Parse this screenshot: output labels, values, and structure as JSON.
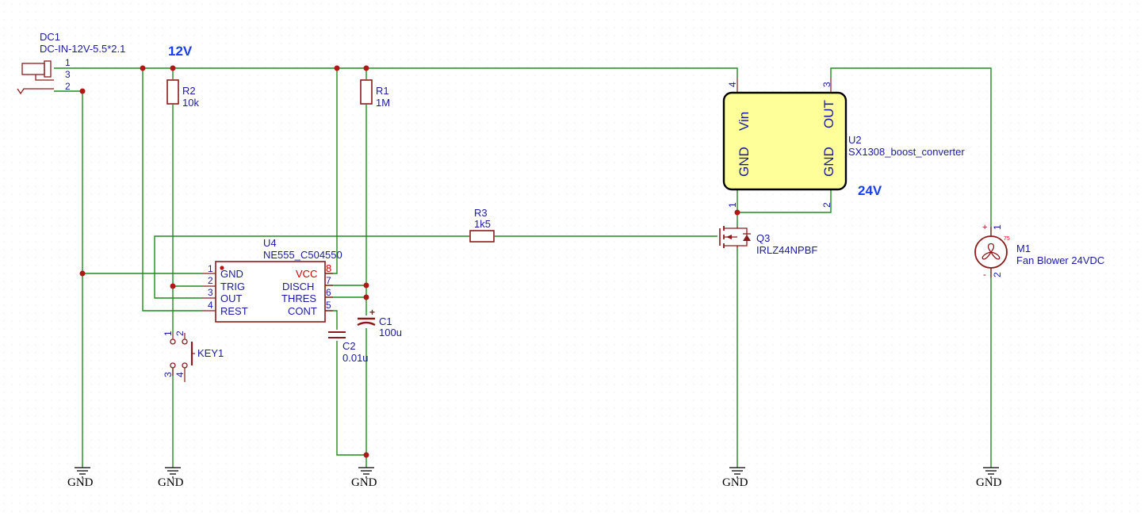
{
  "nets": {
    "v12": "12V",
    "v24": "24V",
    "gnd": "GND"
  },
  "dc1": {
    "ref": "DC1",
    "value": "DC-IN-12V-5.5*2.1",
    "pin1": "1",
    "pin3": "3",
    "pin2": "2"
  },
  "r2": {
    "ref": "R2",
    "value": "10k"
  },
  "r1": {
    "ref": "R1",
    "value": "1M"
  },
  "r3": {
    "ref": "R3",
    "value": "1k5"
  },
  "u4": {
    "ref": "U4",
    "value": "NE555_C504550",
    "left_pins": [
      {
        "num": "1",
        "name": "GND"
      },
      {
        "num": "2",
        "name": "TRIG"
      },
      {
        "num": "3",
        "name": "OUT"
      },
      {
        "num": "4",
        "name": "REST"
      }
    ],
    "right_pins": [
      {
        "num": "8",
        "name": "VCC"
      },
      {
        "num": "7",
        "name": "DISCH"
      },
      {
        "num": "6",
        "name": "THRES"
      },
      {
        "num": "5",
        "name": "CONT"
      }
    ]
  },
  "c1": {
    "ref": "C1",
    "value": "100u",
    "plus": "+"
  },
  "c2": {
    "ref": "C2",
    "value": "0.01u"
  },
  "key1": {
    "ref": "KEY1",
    "p1": "1",
    "p2": "2",
    "p3": "3",
    "p4": "4"
  },
  "u2": {
    "ref": "U2",
    "value": "SX1308_boost_converter",
    "vin": "Vin",
    "out": "OUT",
    "gnd_left": "GND",
    "gnd_right": "GND",
    "pin4": "4",
    "pin3": "3",
    "pin1": "1",
    "pin2": "2"
  },
  "q3": {
    "ref": "Q3",
    "value": "IRLZ44NPBF"
  },
  "m1": {
    "ref": "M1",
    "value": "Fan Blower 24VDC",
    "plus": "+",
    "minus": "-",
    "pin1": "1",
    "pin2": "2",
    "badge": "75"
  },
  "colors": {
    "wire": "#1e8c1e",
    "part": "#8b1a1a",
    "label": "#1a1aa0",
    "net": "#1a3cff",
    "ic_fill": "#ffff99"
  }
}
